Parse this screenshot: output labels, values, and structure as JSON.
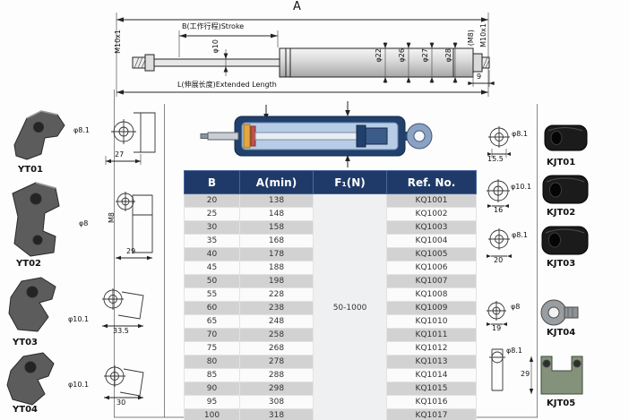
{
  "drawing": {
    "dim_a": "A",
    "stroke_label": "B(工作行程)Stroke",
    "extended_label": "L(伸展长度)Extended Length",
    "thread_left": "M10x1",
    "rod_dia": "φ10",
    "body_dia_1": "φ22",
    "body_dia_2": "φ26",
    "body_dia_3": "φ27",
    "body_dia_4": "φ28",
    "thread_m8": "(M8)",
    "thread_right": "M10x1",
    "end_cap_dim": "9"
  },
  "left_fittings": [
    {
      "name": "YT01",
      "hole_dia": "φ8.1",
      "width": "27"
    },
    {
      "name": "YT02",
      "hole_dia": "φ8",
      "width": "29",
      "thread": "M8"
    },
    {
      "name": "YT03",
      "hole_dia": "φ10.1",
      "width": "33.5"
    },
    {
      "name": "YT04",
      "hole_dia": "φ10.1",
      "width": "30"
    }
  ],
  "right_fittings": [
    {
      "name": "KJT01",
      "hole_dia": "φ8.1",
      "width": "15.5"
    },
    {
      "name": "KJT02",
      "hole_dia": "φ10.1",
      "width": "16"
    },
    {
      "name": "KJT03",
      "hole_dia": "φ8.1",
      "width": "20"
    },
    {
      "name": "KJT04",
      "hole_dia": "φ8",
      "width": "19"
    },
    {
      "name": "KJT05",
      "hole_dia": "φ8.1",
      "width": "29"
    }
  ],
  "table": {
    "headers": [
      "B",
      "A(min)",
      "F₁(N)",
      "Ref. No."
    ],
    "force_range": "50-1000",
    "rows": [
      {
        "b": "20",
        "a_min": "138",
        "ref": "KQ1001"
      },
      {
        "b": "25",
        "a_min": "148",
        "ref": "KQ1002"
      },
      {
        "b": "30",
        "a_min": "158",
        "ref": "KQ1003"
      },
      {
        "b": "35",
        "a_min": "168",
        "ref": "KQ1004"
      },
      {
        "b": "40",
        "a_min": "178",
        "ref": "KQ1005"
      },
      {
        "b": "45",
        "a_min": "188",
        "ref": "KQ1006"
      },
      {
        "b": "50",
        "a_min": "198",
        "ref": "KQ1007"
      },
      {
        "b": "55",
        "a_min": "228",
        "ref": "KQ1008"
      },
      {
        "b": "60",
        "a_min": "238",
        "ref": "KQ1009"
      },
      {
        "b": "65",
        "a_min": "248",
        "ref": "KQ1010"
      },
      {
        "b": "70",
        "a_min": "258",
        "ref": "KQ1011"
      },
      {
        "b": "75",
        "a_min": "268",
        "ref": "KQ1012"
      },
      {
        "b": "80",
        "a_min": "278",
        "ref": "KQ1013"
      },
      {
        "b": "85",
        "a_min": "288",
        "ref": "KQ1014"
      },
      {
        "b": "90",
        "a_min": "298",
        "ref": "KQ1015"
      },
      {
        "b": "95",
        "a_min": "308",
        "ref": "KQ1016"
      },
      {
        "b": "100",
        "a_min": "318",
        "ref": "KQ1017"
      }
    ]
  },
  "colors": {
    "header_bg": "#1f3a68",
    "row_shaded": "#d2d2d2",
    "row_plain": "#fbfbfb",
    "section_body": "#21416c",
    "section_chamber": "#b7cce7",
    "seal_orange": "#e4a73f",
    "seal_red": "#c0504d"
  }
}
